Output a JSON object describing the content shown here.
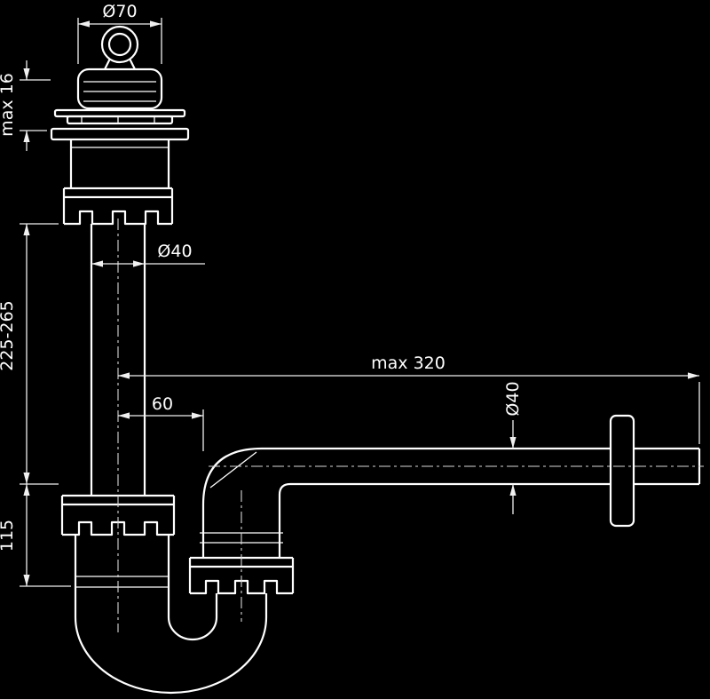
{
  "drawing": {
    "background_color": "#000000",
    "line_color": "#ffffff"
  },
  "dimensions": {
    "plug_diameter": "Ø70",
    "max_deck_thickness": "max 16",
    "tailpipe_diameter": "Ø40",
    "tailpipe_length_range": "225-265",
    "max_outlet_reach": "max 320",
    "elbow_offset": "60",
    "outlet_diameter": "Ø40",
    "trap_depth": "115"
  }
}
